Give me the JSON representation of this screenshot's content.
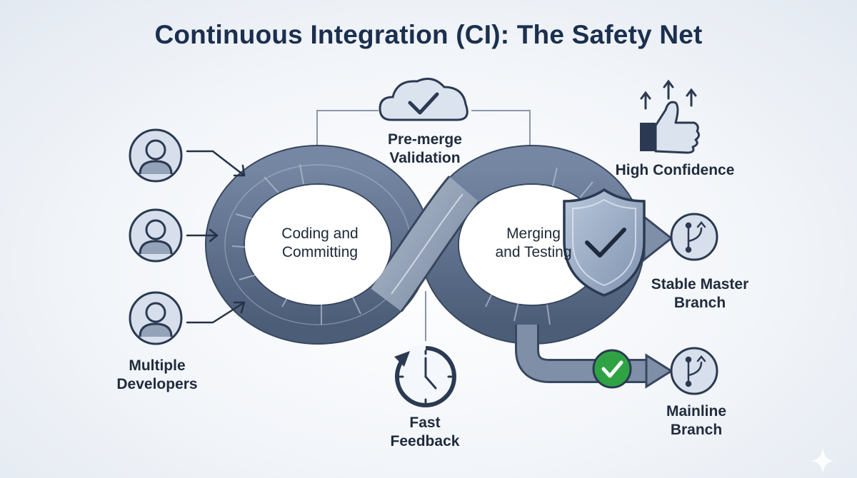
{
  "title": "Continuous Integration (CI): The Safety Net",
  "labels": {
    "pre_merge": [
      "Pre-merge",
      "Validation"
    ],
    "coding": [
      "Coding and",
      "Committing"
    ],
    "merging": [
      "Merging",
      "and Testing"
    ],
    "developers": [
      "Multiple",
      "Developers"
    ],
    "fast_feedback": [
      "Fast",
      "Feedback"
    ],
    "high_confidence": "High Confidence",
    "stable_master": [
      "Stable Master",
      "Branch"
    ],
    "mainline": [
      "Mainline",
      "Branch"
    ]
  },
  "icons": {
    "cloud": "cloud-check-icon",
    "shield": "shield-check-icon",
    "thumbs": "thumbs-up-icon",
    "clock": "clock-refresh-icon",
    "branch": "git-branch-icon",
    "check": "check-circle-icon",
    "user": "user-avatar-icon",
    "sparkle": "sparkle-icon"
  },
  "colors": {
    "title": "#1b2f4e",
    "loop": "#5a6d89",
    "loop_light": "#8c9bb1",
    "line": "#243247",
    "success": "#2fa344",
    "icon_fill": "#c9d4e3"
  }
}
